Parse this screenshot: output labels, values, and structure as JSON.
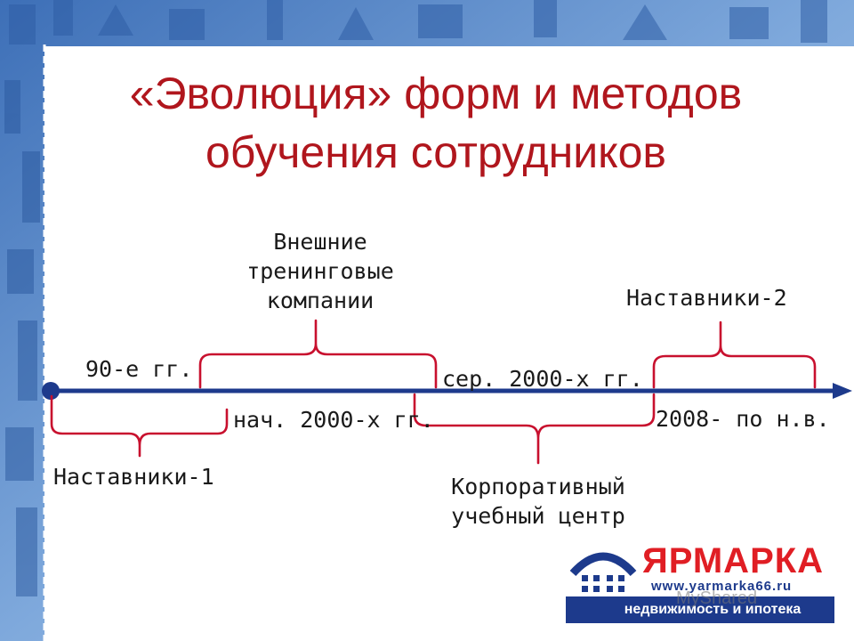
{
  "title": {
    "line1": "«Эволюция» форм и методов",
    "line2": "обучения сотрудников"
  },
  "timeline": {
    "periods": {
      "p1": "90-е гг.",
      "p2": "нач. 2000-х гг.",
      "p3": "сер.  2000-х гг.",
      "p4": "2008- по н.в."
    },
    "forms": {
      "mentors1": "Наставники-1",
      "external_line1": "Внешние",
      "external_line2": "тренинговые",
      "external_line3": "компании",
      "corporate_line1": "Корпоративный",
      "corporate_line2": "учебный центр",
      "mentors2": "Наставники-2"
    }
  },
  "logo": {
    "wordmark": "ЯРМАРКА",
    "url": "www.yarmarka66.ru",
    "tagline": "недвижимость и ипотека"
  },
  "watermark": "MyShared",
  "colors": {
    "title": "#b0161d",
    "bracket": "#c8102e",
    "axis": "#1d3a8c",
    "frame": "#5b8fd1"
  }
}
